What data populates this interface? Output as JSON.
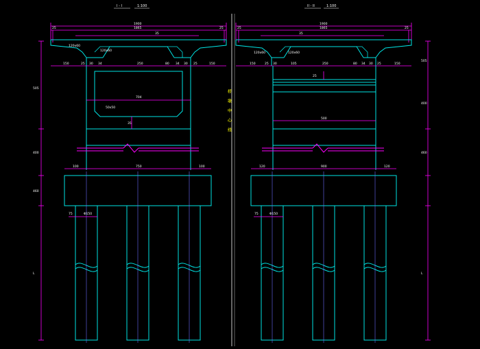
{
  "drawing": {
    "colors": {
      "concrete": "#00e5e5",
      "dimension": "#ff00ff",
      "text": "#ffffff",
      "center_text": "#ffff00",
      "axis": "#6a6aff",
      "background": "#000000"
    },
    "left_section": {
      "title": "I - I",
      "scale": "1:100",
      "dims_top": [
        "1900",
        "1865",
        "25",
        "25",
        "35"
      ],
      "dims_row": [
        "150",
        "25",
        "30",
        "34",
        "250",
        "80",
        "34",
        "30",
        "25",
        "150"
      ],
      "web_width": "704",
      "haunch_labels": [
        "120x60",
        "120x60"
      ],
      "inner_label": "50x50",
      "small_dim": "35",
      "pier_dims": [
        "100",
        "750",
        "100"
      ],
      "pile_dims": [
        "75",
        "Φ150"
      ],
      "vertical_dims": [
        "505",
        "400",
        "460"
      ]
    },
    "right_section": {
      "title": "II - II",
      "scale": "1:100",
      "dims_top": [
        "1900",
        "1865",
        "25",
        "25",
        "35"
      ],
      "dims_row": [
        "150",
        "25",
        "30",
        "105",
        "250",
        "80",
        "34",
        "30",
        "25",
        "150"
      ],
      "web_width": "500",
      "haunch_labels": [
        "120x60",
        "120x60"
      ],
      "small_dim": "25",
      "pier_dims": [
        "120",
        "900",
        "120"
      ],
      "pile_dims": [
        "75",
        "Φ150"
      ],
      "vertical_dims": [
        "505",
        "400",
        "460",
        "L"
      ]
    },
    "center_label": "桥墩中心线",
    "left_scale_mark": "L"
  }
}
